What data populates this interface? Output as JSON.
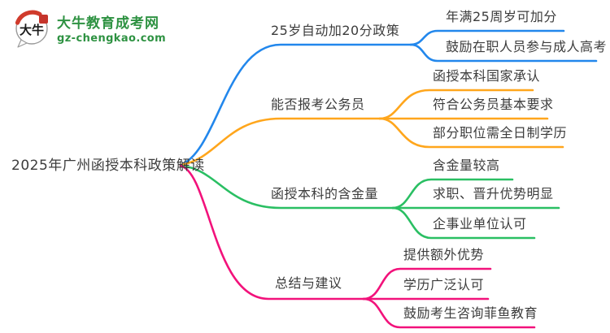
{
  "logo": {
    "icon_text": "大牛",
    "site_name": "大牛教育成考网",
    "site_domain": "gz-chengkao.com",
    "brand_green": "#2e9242",
    "seal_red": "#cf3a2b"
  },
  "root": {
    "label": "2025年广州函授本科政策解读"
  },
  "branches": [
    {
      "label": "25岁自动加20分政策",
      "color": "#2287ec",
      "children": [
        "年满25周岁可加分",
        "鼓励在职人员参与成人高考"
      ]
    },
    {
      "label": "能否报考公务员",
      "color": "#ffa61c",
      "children": [
        "函授本科国家承认",
        "符合公务员基本要求",
        "部分职位需全日制学历"
      ]
    },
    {
      "label": "函授本科的含金量",
      "color": "#2abf63",
      "children": [
        "含金量较高",
        "求职、晋升优势明显",
        "企事业单位认可"
      ]
    },
    {
      "label": "总结与建议",
      "color": "#f2127b",
      "children": [
        "提供额外优势",
        "学历广泛认可",
        "鼓励考生咨询菲鱼教育"
      ]
    }
  ],
  "colors": {
    "text": "#3c3c3c",
    "background": "#ffffff"
  }
}
